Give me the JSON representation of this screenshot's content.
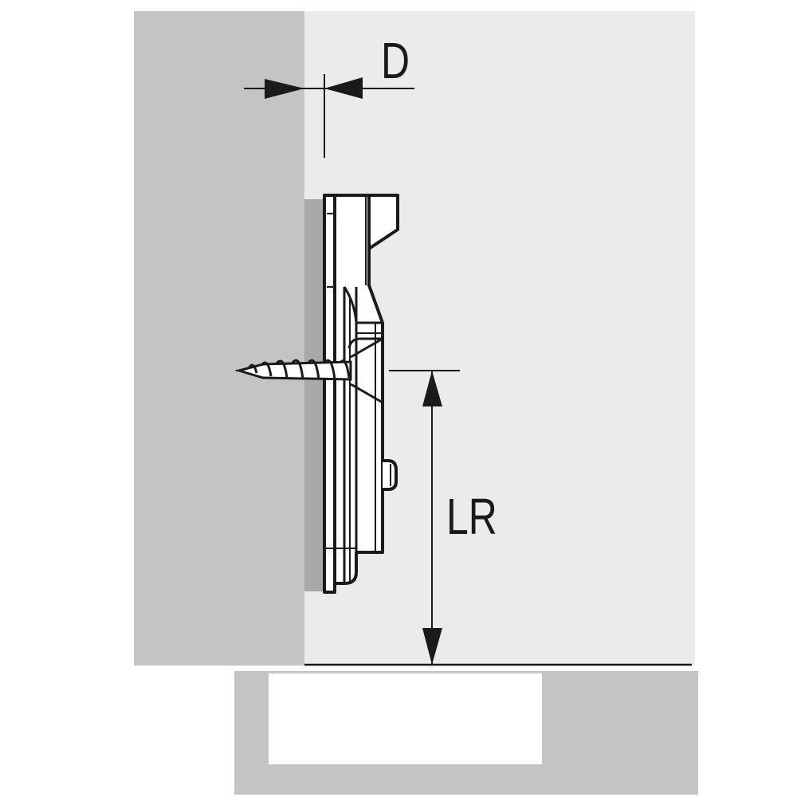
{
  "diagram": {
    "type": "technical-mounting-drawing",
    "subject": "mounting plate screwed to cabinet side panel",
    "labels": {
      "depth_dimension": "D",
      "length_dimension": "LR"
    },
    "colors": {
      "background": "#ffffff",
      "side_panel_edge": "#c4c4c4",
      "side_panel_face": "#ebebeb",
      "plate_shadow": "#a8a8a8",
      "plate_fill": "#ffffff",
      "line": "#1a1a1a",
      "door_panel": "#c4c4c4",
      "door_cutout": "#ffffff"
    },
    "components": [
      {
        "name": "cabinet-side-panel-edge"
      },
      {
        "name": "cabinet-side-panel-face"
      },
      {
        "name": "mounting-plate"
      },
      {
        "name": "wood-screw"
      },
      {
        "name": "dimension-d"
      },
      {
        "name": "dimension-lr"
      },
      {
        "name": "cabinet-door"
      }
    ]
  }
}
